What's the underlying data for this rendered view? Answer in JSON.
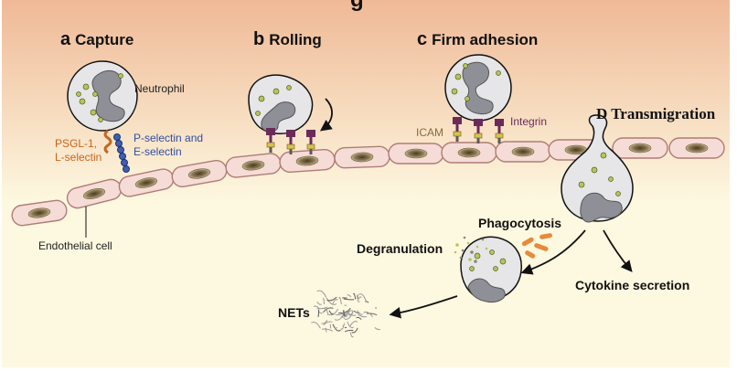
{
  "title_fragment": "g",
  "stages": {
    "capture": {
      "letter": "a",
      "label": "Capture"
    },
    "rolling": {
      "letter": "b",
      "label": "Rolling"
    },
    "adhesion": {
      "letter": "c",
      "label": "Firm adhesion"
    },
    "transmigration": {
      "label": "D Transmigration"
    }
  },
  "labels": {
    "neutrophil": "Neutrophil",
    "psgl": "PSGL-1,",
    "lselectin": "L-selectin",
    "pselectin": "P-selectin and",
    "eselectin": "E-selectin",
    "icam": "ICAM",
    "integrin": "Integrin",
    "endothelial": "Endothelial cell",
    "phagocytosis": "Phagocytosis",
    "degranulation": "Degranulation",
    "cytokine": "Cytokine secretion",
    "nets": "NETs"
  },
  "colors": {
    "tissue_top": "#efb996",
    "tissue_bottom": "#fdf8e0",
    "cell_fill": "#f6dcd6",
    "cell_stroke": "#b07c76",
    "nucleus": "#8c7a55",
    "neutrophil_fill": "#e6e6e8",
    "granule": "#b7c45a",
    "receptor": "#6a2a5a",
    "psgl": "#c8651e",
    "selectin": "#3f60b0",
    "bacteria": "#e68a3c"
  }
}
